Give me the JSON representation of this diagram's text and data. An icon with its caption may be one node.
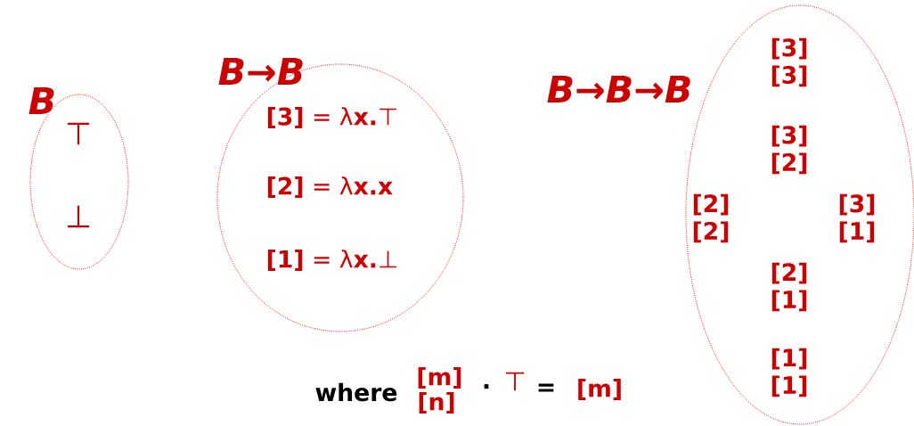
{
  "diagram": {
    "nodes": [
      {
        "text": [
          "B",
          "⊤",
          "⊥"
        ]
      },
      {
        "text": [
          "B→B",
          "**[3]** = λ**x.**⊤",
          "**[2]** = λ**x.x**",
          "**[1]** = λ**x.**⊥"
        ]
      },
      {
        "text": [
          "B→B→B",
          "[3] [3]",
          "[3] [2]",
          "[2] [2]",
          "[3] [1]",
          "[2] [1]",
          "[1] [1]"
        ]
      }
    ],
    "labels": [
      "where",
      "[m] [n]",
      "·",
      "⊤",
      "=",
      "[m]"
    ]
  }
}
